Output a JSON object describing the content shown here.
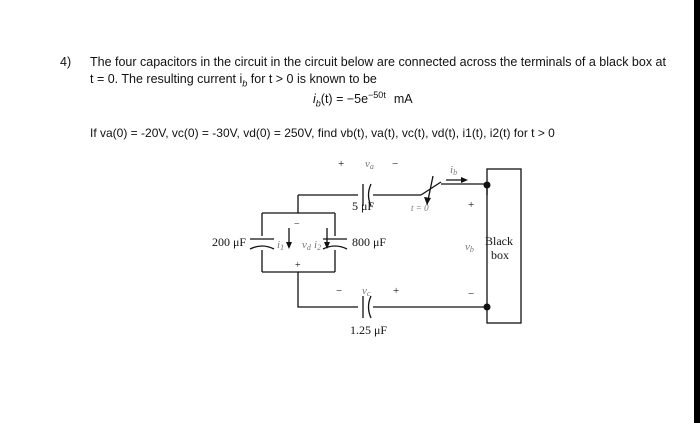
{
  "problem": {
    "number": "4)",
    "line1": "The four capacitors in the circuit in the circuit below are connected across the terminals of a black box at",
    "line2": "t = 0. The resulting current i",
    "line2_sub": "b",
    "line2_tail": " for t > 0 is known to be",
    "equation_lhs": "i",
    "equation_sub": "b",
    "equation_mid": "(t) = −5e",
    "equation_exp": "−50t",
    "equation_unit": "mA",
    "conditions": "If v",
    "conditions_full": "If va(0) = -20V, vc(0) = -30V, vd(0) = 250V, find vb(t), va(t), vc(t), vd(t), i1(t), i2(t) for t > 0"
  },
  "circuit": {
    "cap_top_label": "5 μF",
    "cap_left_label": "200 μF",
    "cap_mid_label": "800 μF",
    "cap_bottom_label": "1.25 μF",
    "va": "v",
    "va_sub": "a",
    "vc": "v",
    "vc_sub": "c",
    "vd": "v",
    "vd_sub": "d",
    "vb": "v",
    "vb_sub": "b",
    "ib": "i",
    "ib_sub": "b",
    "i1": "i",
    "i1_sub": "1",
    "i2": "i",
    "i2_sub": "2",
    "switch_label": "t = 0",
    "box_line1": "Black",
    "box_line2": "box",
    "plus": "+",
    "minus": "−"
  },
  "colors": {
    "background": "#ffffff",
    "frame": "#000000",
    "ink": "#111111"
  }
}
